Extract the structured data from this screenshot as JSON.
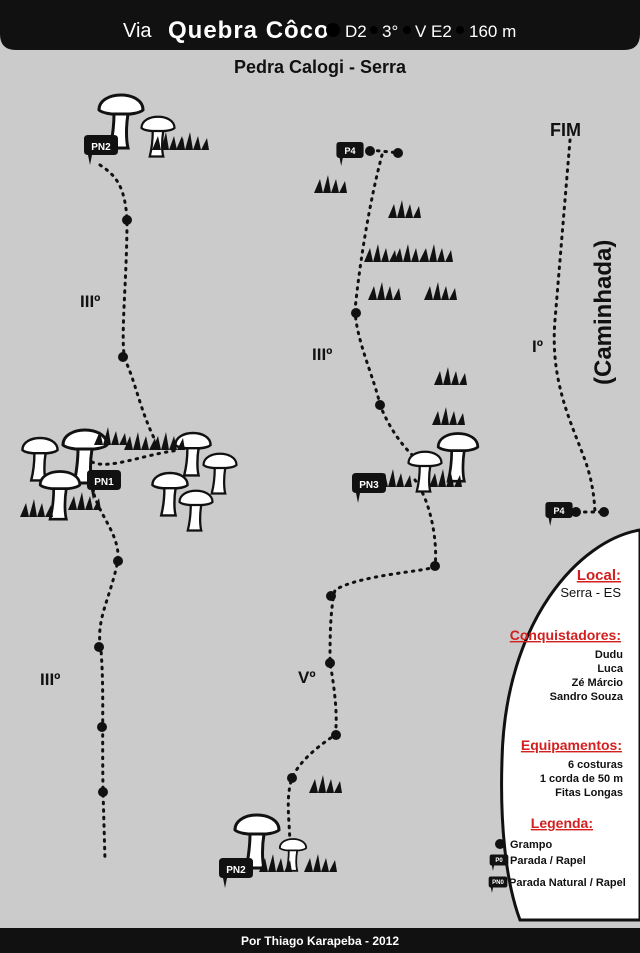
{
  "header": {
    "prefix": "Via",
    "route_name": "Quebra Côco",
    "grade_d": "D2",
    "grade_general": "3°",
    "grade_v": "V E2",
    "length": "160 m"
  },
  "subtitle": "Pedra Calogi - Serra",
  "route_labels": {
    "fim": "FIM",
    "caminhada": "(Caminhada)",
    "grade_left_upper": "IIIº",
    "grade_left_lower": "IIIº",
    "grade_mid_upper": "IIIº",
    "grade_mid_lower": "Vº",
    "grade_right": "Iº"
  },
  "stations": {
    "pn2_top": "PN2",
    "pn1": "PN1",
    "p4_mid": "P4",
    "pn3": "PN3",
    "pn2_bottom": "PN2",
    "p4_right": "P4"
  },
  "info": {
    "local_title": "Local:",
    "local_value": "Serra - ES",
    "conquistadores_title": "Conquistadores:",
    "conquistadores": [
      "Dudu",
      "Luca",
      "Zé Márcio",
      "Sandro Souza"
    ],
    "equipamentos_title": "Equipamentos:",
    "equipamentos": [
      "6 costuras",
      "1 corda de 50 m",
      "Fitas Longas"
    ],
    "legenda_title": "Legenda:",
    "legenda": [
      {
        "icon": "P0",
        "label": "Grampo"
      },
      {
        "icon": "P0",
        "label": "Parada / Rapel"
      },
      {
        "icon": "PN0",
        "label": "Parada Natural / Rapel"
      }
    ]
  },
  "footer": "Por  Thiago Karapeba  - 2012",
  "colors": {
    "background": "#cbcbcb",
    "ink": "#111111",
    "accent_red": "#d31f1f",
    "panel": "#ffffff"
  }
}
